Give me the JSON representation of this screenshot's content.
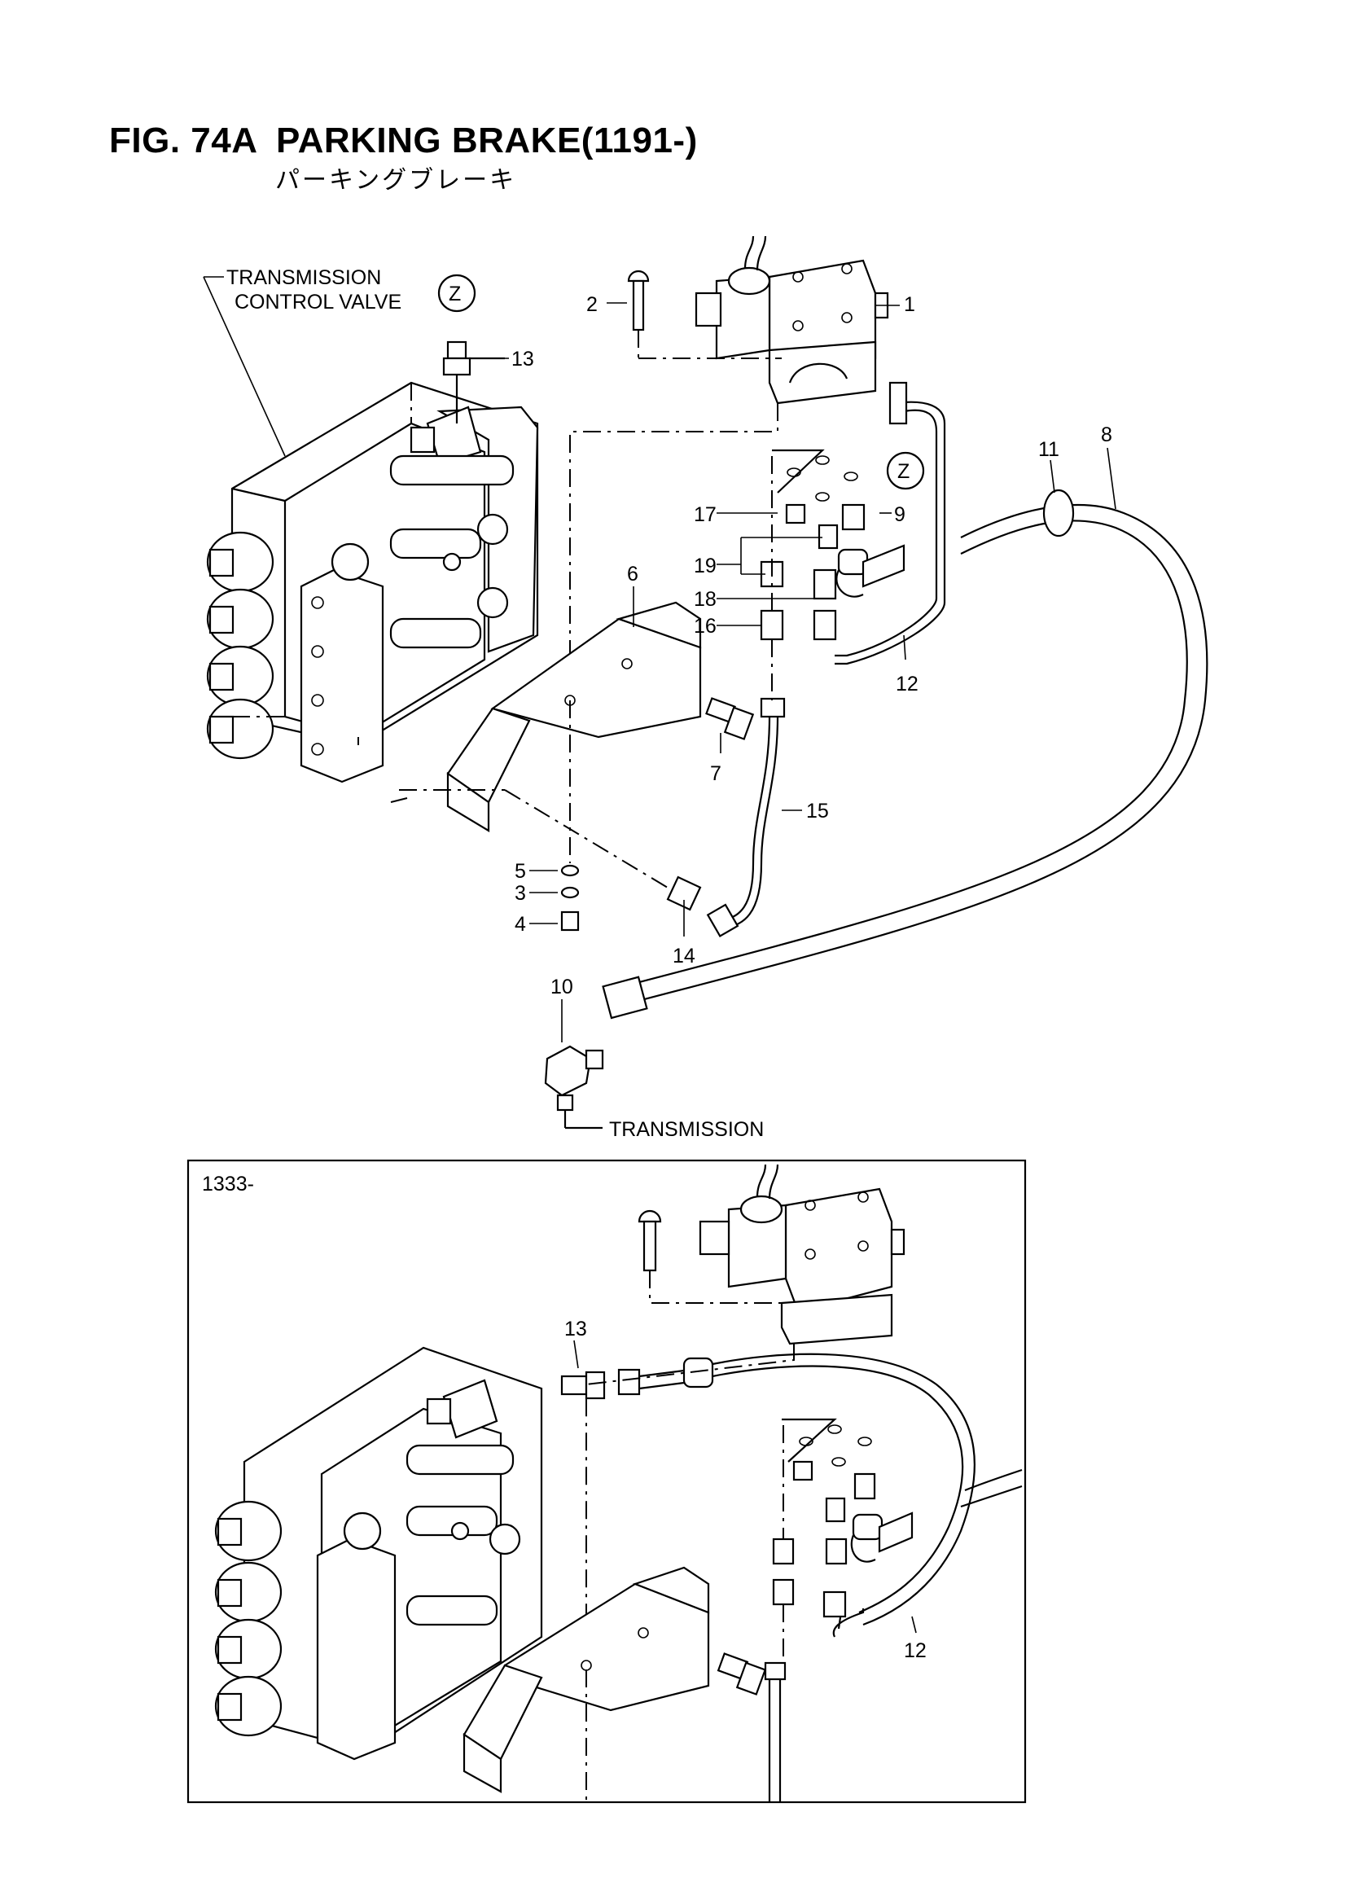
{
  "title": {
    "figure": "FIG. 74A",
    "name": "PARKING BRAKE(1191-)"
  },
  "subtitle": "パーキングブレーキ",
  "labels": {
    "transmission_control_valve_1": "TRANSMISSION",
    "transmission_control_valve_2": "CONTROL VALVE",
    "transmission": "TRANSMISSION",
    "z_top": "Z",
    "z_right": "Z",
    "inset_serial": "1333-"
  },
  "callouts": {
    "p1": "1",
    "p2": "2",
    "p3": "3",
    "p4": "4",
    "p5": "5",
    "p6": "6",
    "p7": "7",
    "p8": "8",
    "p9": "9",
    "p10": "10",
    "p11": "11",
    "p12": "12",
    "p13": "13",
    "p14": "14",
    "p15": "15",
    "p16": "16",
    "p17": "17",
    "p18": "18",
    "p19": "19",
    "inset_13": "13",
    "inset_12": "12"
  }
}
